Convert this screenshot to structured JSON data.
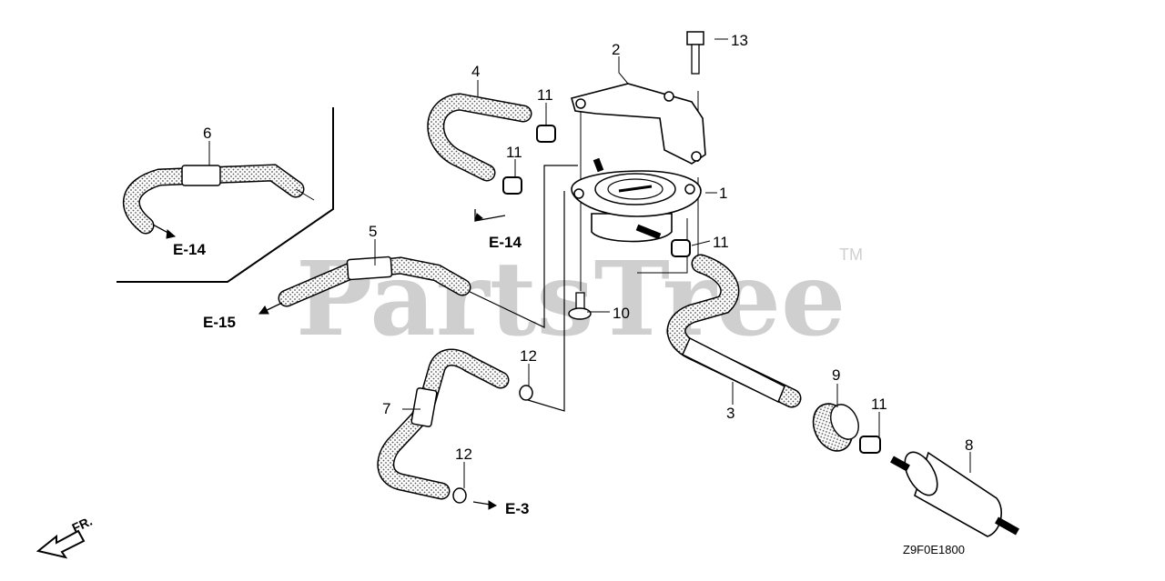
{
  "watermark": {
    "text": "PartsTree",
    "trademark": "TM"
  },
  "diagram_code": "Z9F0E1800",
  "front_label": "FR.",
  "callouts": [
    {
      "id": "c1",
      "label": "1"
    },
    {
      "id": "c2",
      "label": "2"
    },
    {
      "id": "c3",
      "label": "3"
    },
    {
      "id": "c4",
      "label": "4"
    },
    {
      "id": "c5",
      "label": "5"
    },
    {
      "id": "c6",
      "label": "6"
    },
    {
      "id": "c7",
      "label": "7"
    },
    {
      "id": "c8",
      "label": "8"
    },
    {
      "id": "c9",
      "label": "9"
    },
    {
      "id": "c10",
      "label": "10"
    },
    {
      "id": "c11a",
      "label": "11"
    },
    {
      "id": "c11b",
      "label": "11"
    },
    {
      "id": "c11c",
      "label": "11"
    },
    {
      "id": "c11d",
      "label": "11"
    },
    {
      "id": "c12a",
      "label": "12"
    },
    {
      "id": "c12b",
      "label": "12"
    },
    {
      "id": "c13",
      "label": "13"
    }
  ],
  "references": [
    {
      "id": "r1",
      "label": "E-14"
    },
    {
      "id": "r2",
      "label": "E-14"
    },
    {
      "id": "r3",
      "label": "E-15"
    },
    {
      "id": "r4",
      "label": "E-3"
    }
  ]
}
